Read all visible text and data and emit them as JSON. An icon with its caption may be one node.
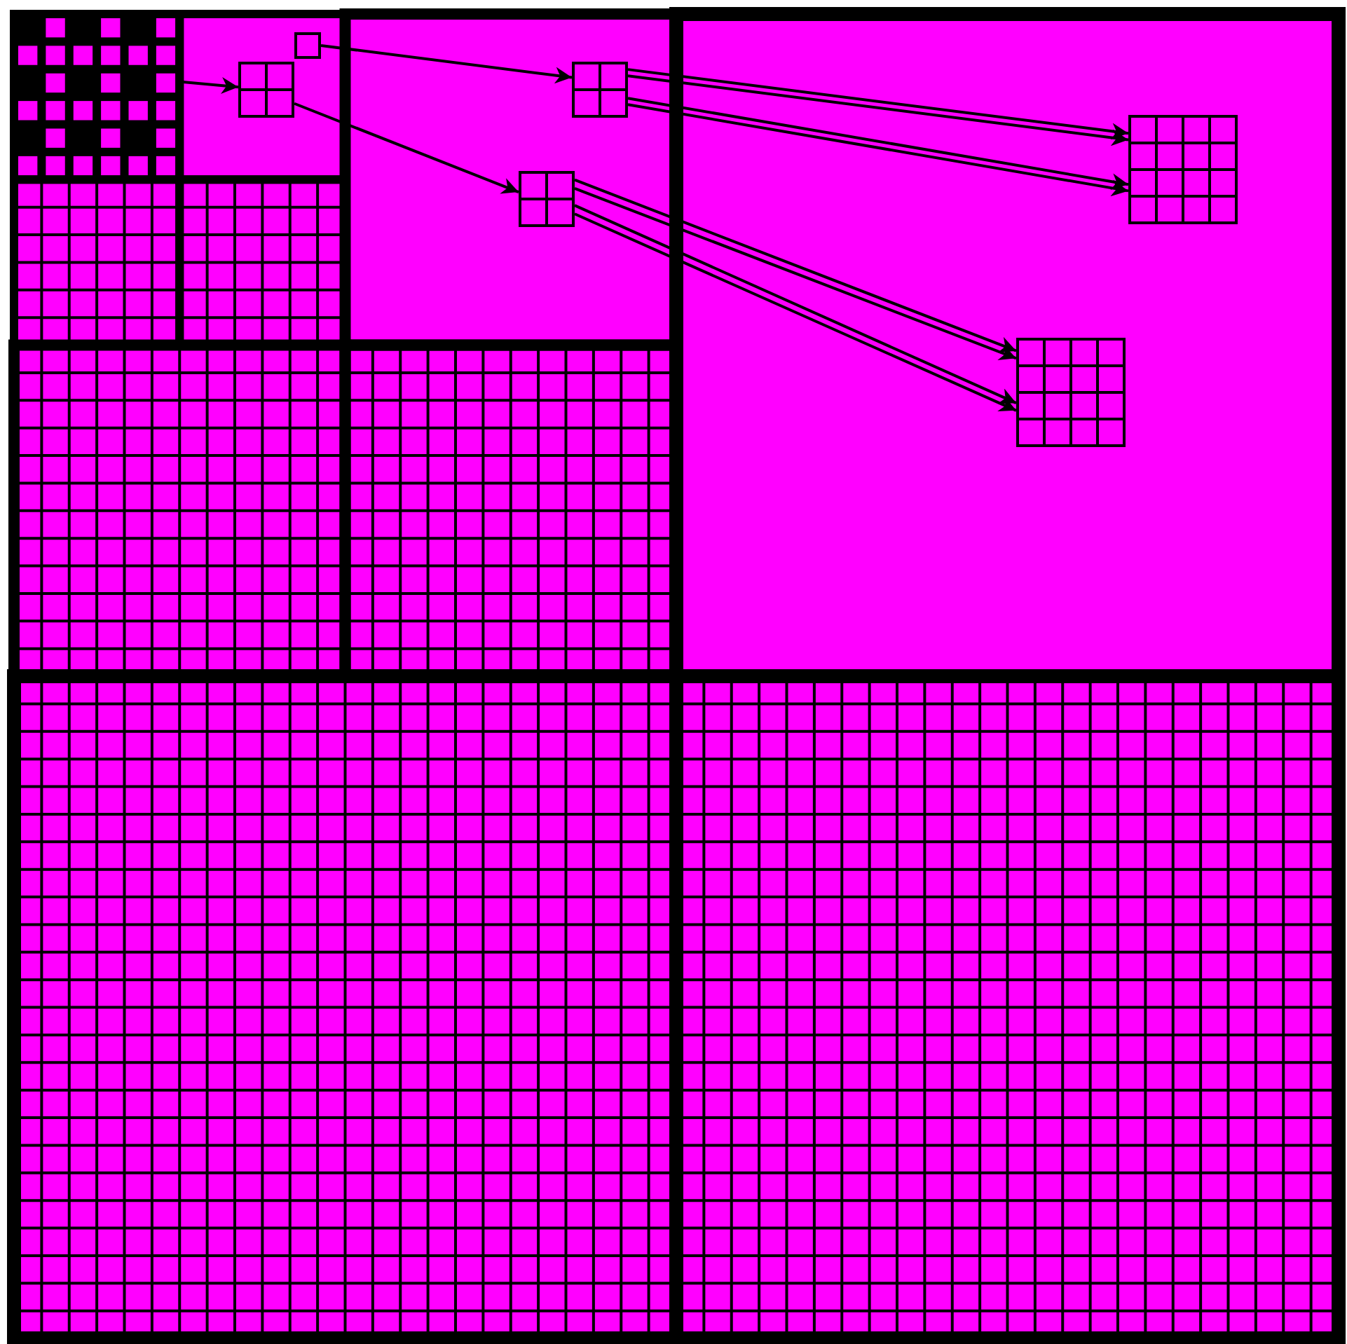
{
  "diagram": {
    "nodes": [
      {
        "text": [],
        "shape": "grid"
      },
      {
        "text": [],
        "shape": "box"
      },
      {
        "text": [],
        "shape": "grid"
      },
      {
        "text": [],
        "shape": "grid"
      },
      {
        "text": [],
        "shape": "grid"
      },
      {
        "text": [],
        "shape": "grid"
      },
      {
        "text": [],
        "shape": "grid"
      }
    ],
    "edges": [
      {
        "from": 0,
        "to": 2,
        "arrow": "to"
      },
      {
        "from": 1,
        "to": 3,
        "arrow": "to"
      },
      {
        "from": 2,
        "to": 4,
        "arrow": "to"
      },
      {
        "from": 3,
        "to": 5,
        "arrow": "to"
      },
      {
        "from": 3,
        "to": 5,
        "arrow": "to"
      },
      {
        "from": 3,
        "to": 5,
        "arrow": "to"
      },
      {
        "from": 3,
        "to": 5,
        "arrow": "to"
      },
      {
        "from": 4,
        "to": 6,
        "arrow": "to"
      },
      {
        "from": 4,
        "to": 6,
        "arrow": "to"
      },
      {
        "from": 4,
        "to": 6,
        "arrow": "to"
      },
      {
        "from": 4,
        "to": 6,
        "arrow": "to"
      }
    ]
  }
}
